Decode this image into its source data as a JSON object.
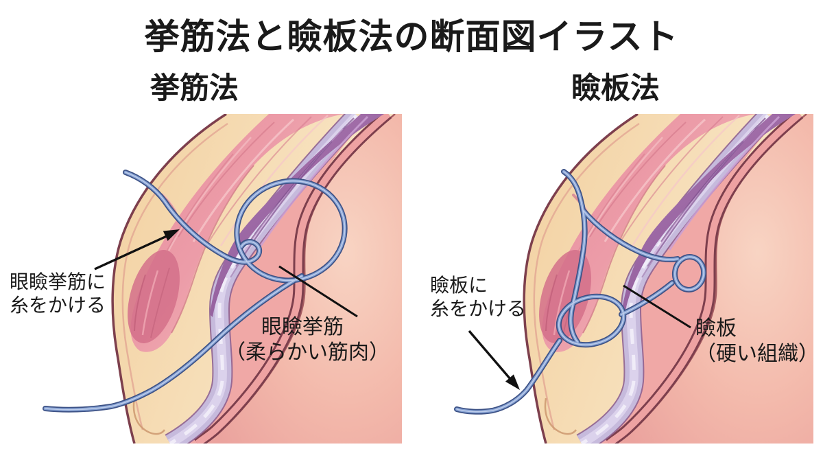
{
  "title": "挙筋法と瞼板法の断面図イラスト",
  "panels": [
    {
      "id": "levator-method",
      "heading": "挙筋法",
      "annotation_line1": "眼瞼挙筋に",
      "annotation_line2": "糸をかける",
      "callout_line1": "眼瞼挙筋",
      "callout_line2": "（柔らかい筋肉）"
    },
    {
      "id": "tarsal-method",
      "heading": "瞼板法",
      "annotation_line1": "瞼板に",
      "annotation_line2": "糸をかける",
      "callout_line1": "瞼板",
      "callout_line2": "（硬い組織）"
    }
  ],
  "palette": {
    "background": "#ffffff",
    "text_color": "#1a1a1a",
    "outline_maroon": "#7d3f4d",
    "skin_cream": "#f4d7a8",
    "orbicularis_pink": "#e8909f",
    "levator_purple": "#a16fa9",
    "tarsus_lavender": "#c6badc",
    "eyeball_pink": "#f3b9ab",
    "suture_blue": "#84a0d2",
    "suture_outline": "#3d5286"
  }
}
